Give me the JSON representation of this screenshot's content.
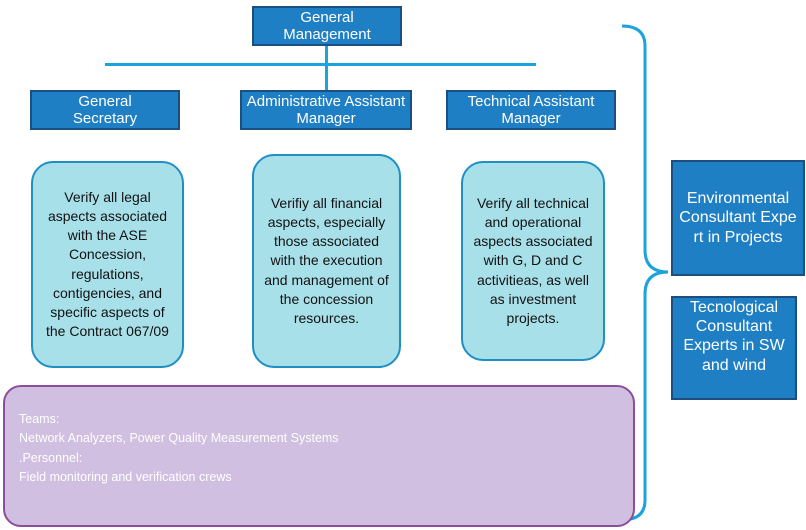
{
  "top": {
    "label": "General Management"
  },
  "roles": [
    {
      "label": "General Secretary"
    },
    {
      "label": "Administrative Assistant Manager"
    },
    {
      "label": "Technical Assistant Manager"
    }
  ],
  "tasks": [
    {
      "text": "Verify all legal aspects associated with the ASE Concession, regulations, contigencies, and specific aspects of the Contract 067/09"
    },
    {
      "text": "Verifiy all financial aspects, especially those associated with the execution and management of the concession resources."
    },
    {
      "text": "Verify all technical and operational aspects associated with G, D and C activitieas, as well as investment projects."
    }
  ],
  "experts": [
    {
      "label": "Environmental Consultant Expert in Projects"
    },
    {
      "label": "Tecnological Consultant Experts in SW and wind"
    }
  ],
  "teams": {
    "heading": "Teams:",
    "teams_text": "Network Analyzers, Power Quality Measurement Systems",
    "personnel_heading": ".Personnel:",
    "personnel_text": "Field monitoring and verification crews"
  },
  "colors": {
    "box_fill": "#1f7fc4",
    "task_fill": "#a8e0ea",
    "connector": "#1aa3dd",
    "teams_fill": "#d0bfe0"
  }
}
